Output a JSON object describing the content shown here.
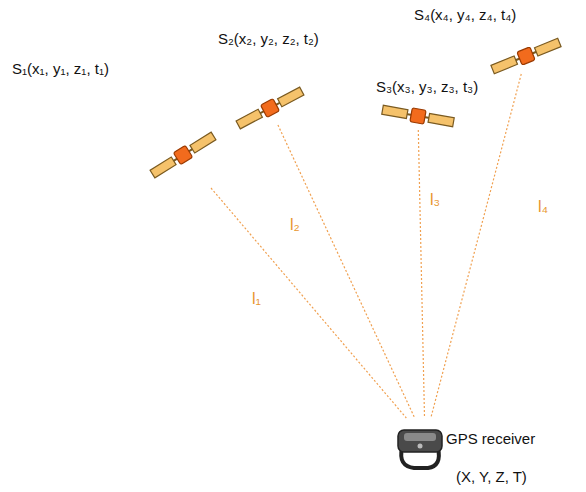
{
  "diagram": {
    "nodes": [
      {
        "text": [
          "S₁(x₁, y₁, z₁, t₁)"
        ]
      },
      {
        "text": [
          "S₂(x₂, y₂, z₂, t₂)"
        ]
      },
      {
        "text": [
          "S₃(x₃, y₃, z₃, t₃)"
        ]
      },
      {
        "text": [
          "S₄(x₄, y₄, z₄, t₄)"
        ]
      },
      {
        "text": [
          "GPS receiver",
          "(X, Y, Z, T)"
        ]
      }
    ],
    "edges": [
      {
        "from": 0,
        "to": 4,
        "arrow": "none",
        "label": "l₁"
      },
      {
        "from": 1,
        "to": 4,
        "arrow": "none",
        "label": "l₂"
      },
      {
        "from": 2,
        "to": 4,
        "arrow": "none",
        "label": "l₃"
      },
      {
        "from": 3,
        "to": 4,
        "arrow": "none",
        "label": "l₄"
      }
    ]
  }
}
